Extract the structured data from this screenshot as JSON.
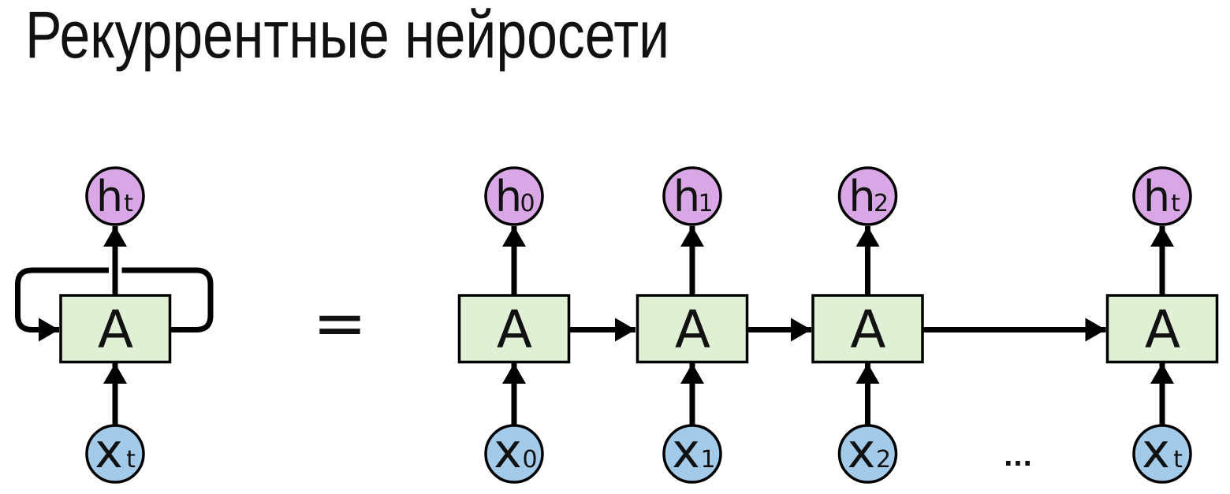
{
  "title": "Рекуррентные нейросети",
  "symbols": {
    "equals": "=",
    "ellipsis": "..."
  },
  "colors": {
    "h_node_fill": "#d9a7e6",
    "x_node_fill": "#a3cbe9",
    "a_block_fill": "#dff0d4",
    "line": "#000000",
    "title_text": "#111111"
  },
  "rolled": {
    "h": {
      "base": "h",
      "sub": "t"
    },
    "block": "A",
    "x": {
      "base": "x",
      "sub": "t"
    }
  },
  "unrolled": [
    {
      "h": {
        "base": "h",
        "sub": "0"
      },
      "block": "A",
      "x": {
        "base": "x",
        "sub": "0"
      }
    },
    {
      "h": {
        "base": "h",
        "sub": "1"
      },
      "block": "A",
      "x": {
        "base": "x",
        "sub": "1"
      }
    },
    {
      "h": {
        "base": "h",
        "sub": "2"
      },
      "block": "A",
      "x": {
        "base": "x",
        "sub": "2"
      }
    },
    {
      "h": {
        "base": "h",
        "sub": "t"
      },
      "block": "A",
      "x": {
        "base": "x",
        "sub": "t"
      }
    }
  ]
}
